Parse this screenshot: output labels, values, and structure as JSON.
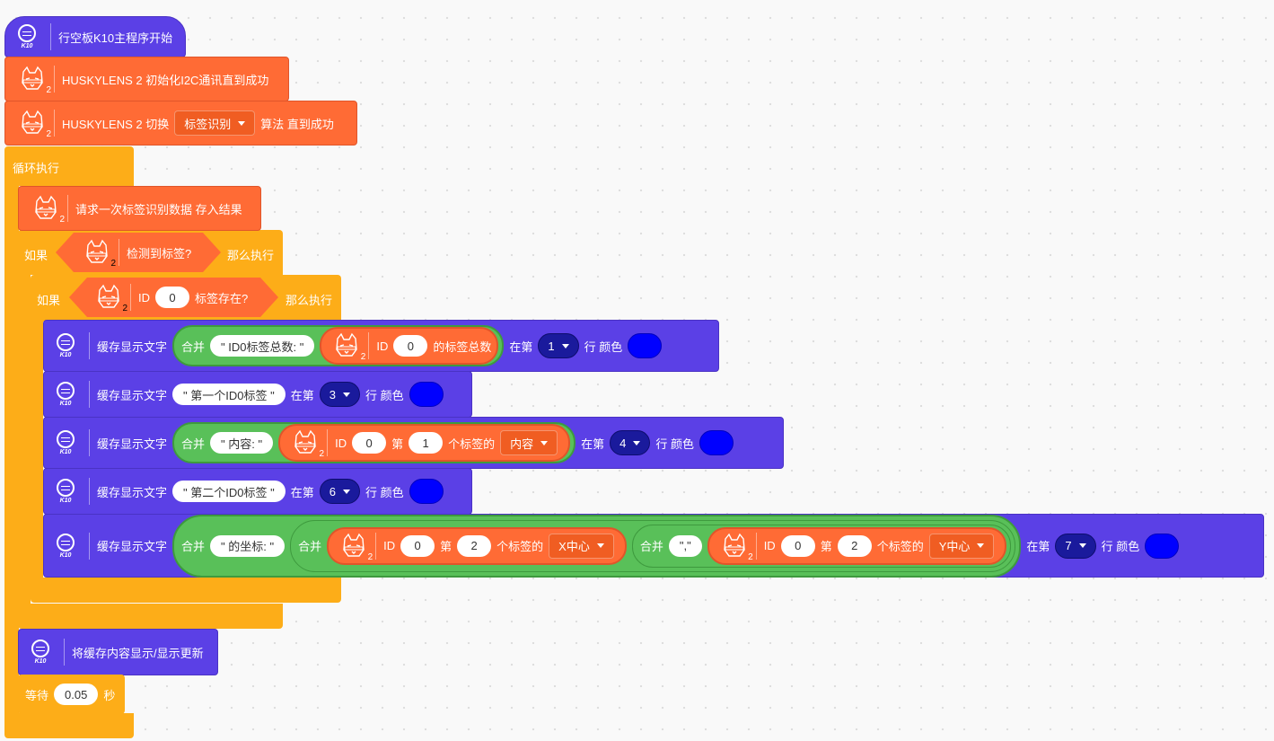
{
  "hat": {
    "label": "行空板K10主程序开始",
    "icon": "k10-icon"
  },
  "k10_icon_label": "K10",
  "fox_suffix": "2",
  "init": {
    "label": "HUSKYLENS 2 初始化I2C通讯直到成功"
  },
  "switch": {
    "prefix": "HUSKYLENS 2 切换",
    "algorithm": "标签识别",
    "suffix": "算法 直到成功"
  },
  "loop": {
    "label": "循环执行"
  },
  "request": {
    "label": "请求一次标签识别数据 存入结果"
  },
  "if1": {
    "if_label": "如果",
    "condition": "检测到标签?",
    "then_label": "那么执行"
  },
  "if2": {
    "if_label": "如果",
    "id_label": "ID",
    "id_value": "0",
    "condition": "标签存在?",
    "then_label": "那么执行"
  },
  "common": {
    "display_label": "缓存显示文字",
    "join_label": "合并",
    "at_row": "在第",
    "row_color": "行 颜色",
    "id_label": "ID",
    "nth_label": "第",
    "nth_tag": "个标签的",
    "total_label": "的标签总数"
  },
  "line1": {
    "text": "\" ID0标签总数: \"",
    "id_value": "0",
    "row": "1"
  },
  "line2": {
    "text": "\" 第一个ID0标签 \"",
    "row": "3"
  },
  "line3": {
    "text": "\" 内容: \"",
    "id_value": "0",
    "index": "1",
    "field": "内容",
    "row": "4"
  },
  "line4": {
    "text": "\" 第二个ID0标签 \"",
    "row": "6"
  },
  "line5": {
    "text": "\" 的坐标: \"",
    "id_a": "0",
    "index_a": "2",
    "field_a": "X中心",
    "sep": "\",\"",
    "id_b": "0",
    "index_b": "2",
    "field_b": "Y中心",
    "row": "7"
  },
  "refresh": {
    "label": "将缓存内容显示/显示更新"
  },
  "wait": {
    "label": "等待",
    "value": "0.05",
    "unit": "秒"
  },
  "colors": {
    "purple": "#5b40e6",
    "orange": "#ff6b35",
    "yellow": "#fdad18",
    "green": "#59c059",
    "navy": "#1a1a9c",
    "text_color": "#0000ff"
  }
}
